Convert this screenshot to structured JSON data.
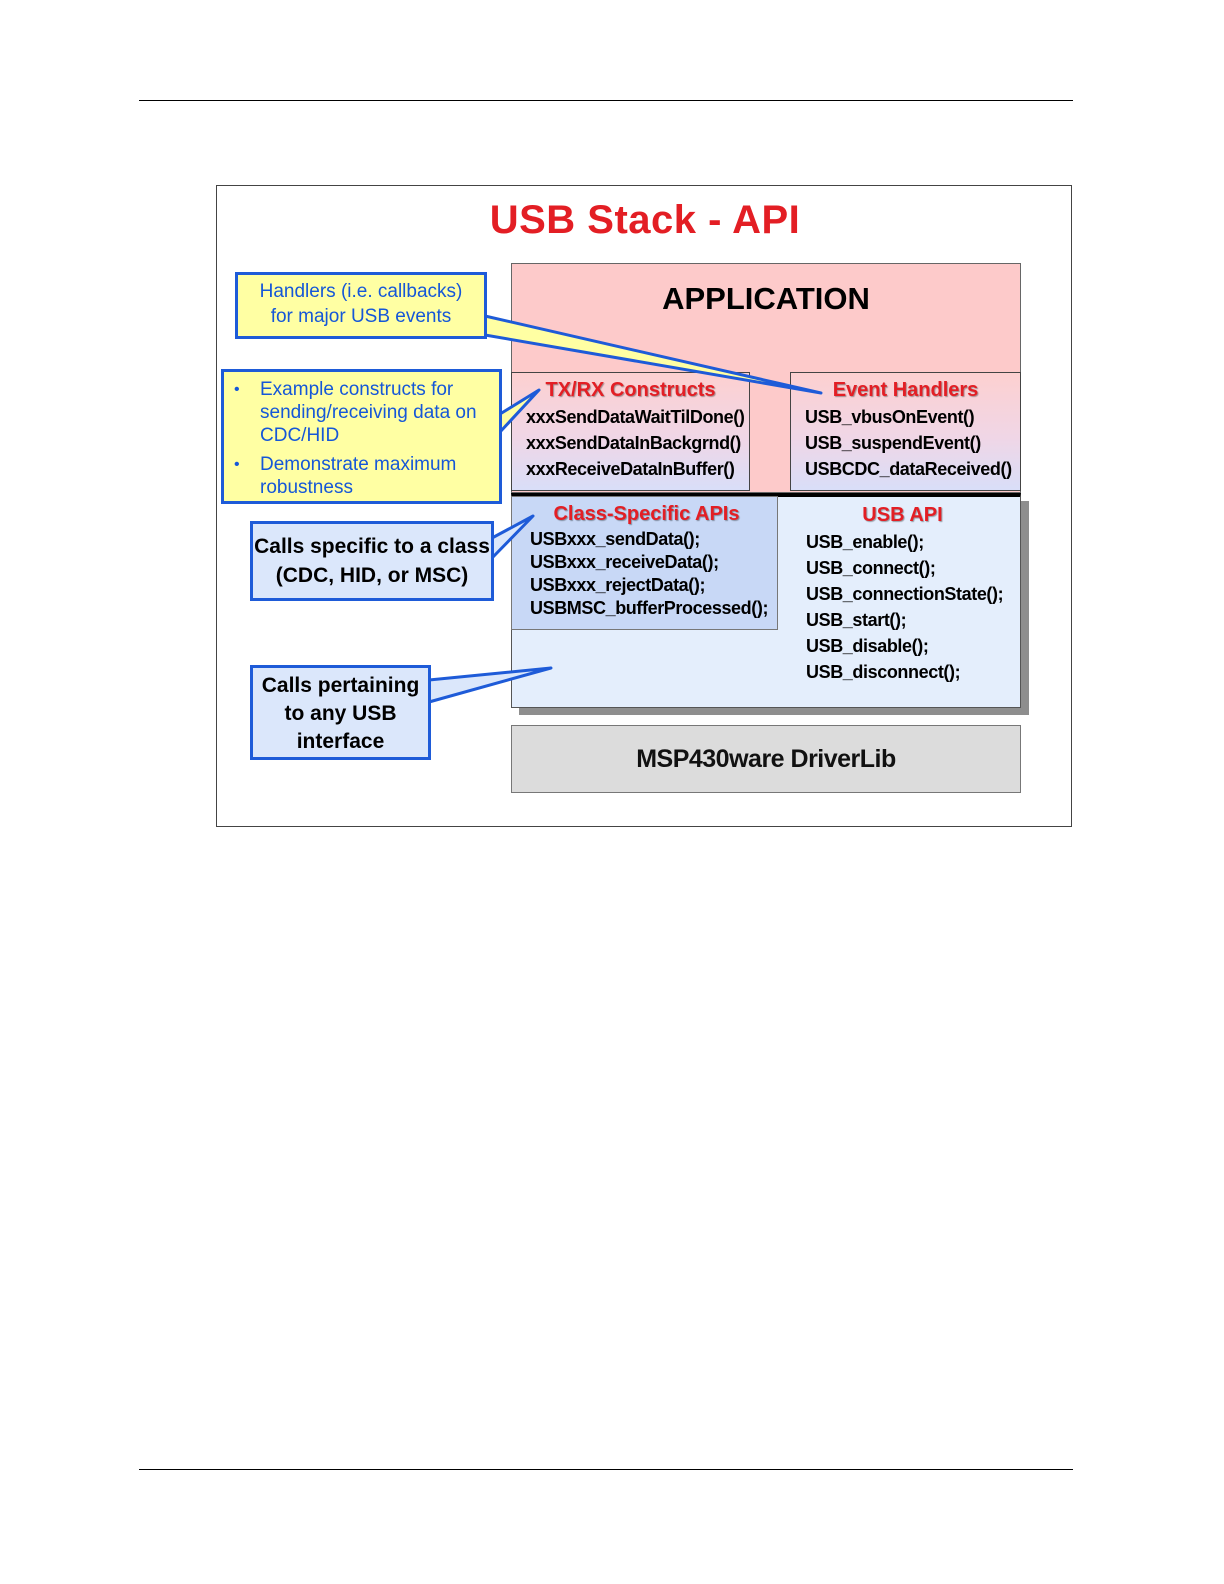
{
  "title": "USB Stack - API",
  "layers": {
    "application": "APPLICATION",
    "txrx": {
      "title": "TX/RX Constructs",
      "items": [
        "xxxSendDataWaitTilDone()",
        "xxxSendDataInBackgrnd()",
        "xxxReceiveDataInBuffer()"
      ]
    },
    "event_handlers": {
      "title": "Event Handlers",
      "items": [
        "USB_vbusOnEvent()",
        "USB_suspendEvent()",
        "USBCDC_dataReceived()"
      ]
    },
    "class_specific": {
      "title": "Class-Specific APIs",
      "items": [
        "USBxxx_sendData();",
        "USBxxx_receiveData();",
        "USBxxx_rejectData();",
        "USBMSC_bufferProcessed();"
      ]
    },
    "usb_api": {
      "title": "USB API",
      "items": [
        "USB_enable();",
        "USB_connect();",
        "USB_connectionState();",
        "USB_start();",
        "USB_disable();",
        "USB_disconnect();"
      ]
    },
    "driverlib": "MSP430ware DriverLib"
  },
  "callouts": {
    "handlers": [
      "Handlers (i.e. callbacks)",
      "for major USB events"
    ],
    "examples": [
      "Example constructs for sending/receiving data on CDC/HID",
      "Demonstrate maximum robustness"
    ],
    "bullet": "•",
    "class_calls": [
      "Calls specific to a class",
      "(CDC, HID, or MSC)"
    ],
    "any_usb": [
      "Calls pertaining",
      "to any USB",
      "interface"
    ]
  },
  "colors": {
    "title_red": "#e31e24",
    "callout_yellow": "#ffffa3",
    "callout_border_blue": "#1e5bd8",
    "callout_text_blue": "#1557d8",
    "app_pink": "#fdcaca",
    "api_blue": "#e4eefc",
    "driverlib_gray": "#dcdcdc"
  }
}
